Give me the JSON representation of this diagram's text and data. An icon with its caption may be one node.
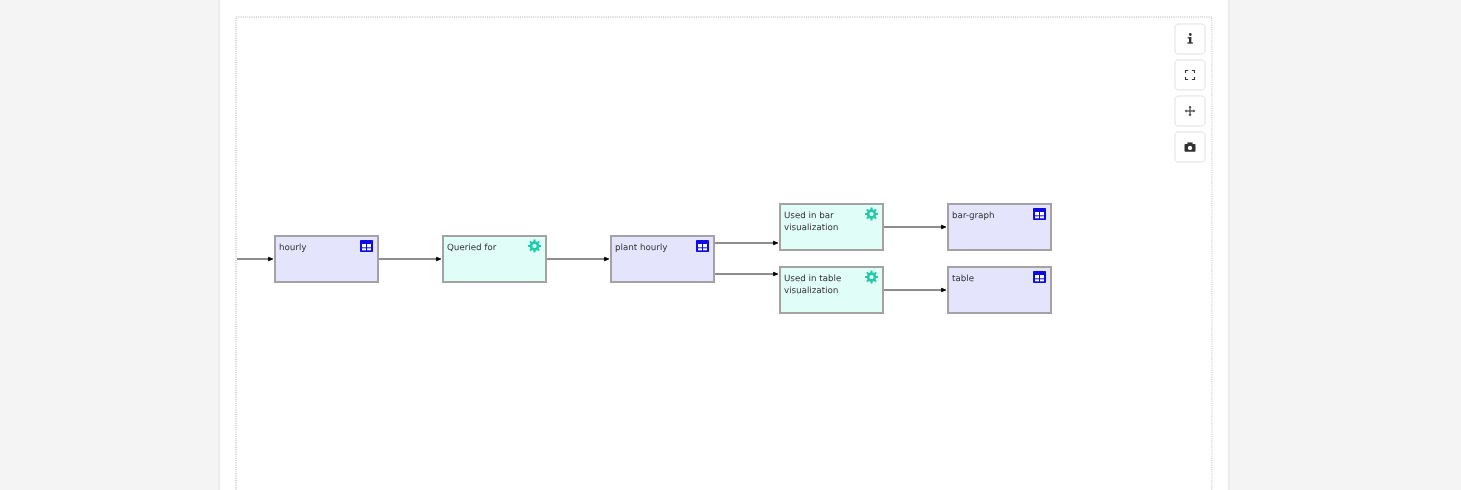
{
  "diagram": {
    "nodes": [
      {
        "text": [
          "hourly"
        ]
      },
      {
        "text": [
          "Queried for"
        ]
      },
      {
        "text": [
          "plant hourly"
        ]
      },
      {
        "text": [
          "Used in bar visualization"
        ]
      },
      {
        "text": [
          "bar-graph"
        ]
      },
      {
        "text": [
          "Used in table visualization"
        ]
      },
      {
        "text": [
          "table"
        ]
      }
    ],
    "edges": [
      {
        "from": null,
        "to": 0,
        "arrow": "to"
      },
      {
        "from": 0,
        "to": 1,
        "arrow": "to"
      },
      {
        "from": 1,
        "to": 2,
        "arrow": "to"
      },
      {
        "from": 2,
        "to": 3,
        "arrow": "to"
      },
      {
        "from": 2,
        "to": 5,
        "arrow": "to"
      },
      {
        "from": 3,
        "to": 4,
        "arrow": "to"
      },
      {
        "from": 5,
        "to": 6,
        "arrow": "to"
      }
    ]
  }
}
